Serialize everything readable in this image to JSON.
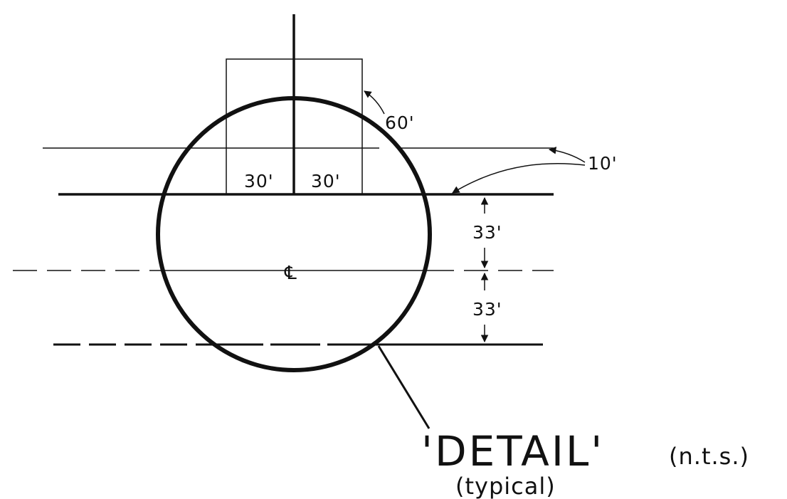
{
  "labels": {
    "square_width_left": "30'",
    "square_width_right": "30'",
    "square_side": "60'",
    "setback": "10'",
    "upper_half": "33'",
    "lower_half": "33'",
    "centerline": "℄",
    "title": "'DETAIL'",
    "scale_note": "(n.t.s.)",
    "typical_note": "(typical)"
  },
  "colors": {
    "ink": "#111111",
    "paper": "#ffffff"
  }
}
